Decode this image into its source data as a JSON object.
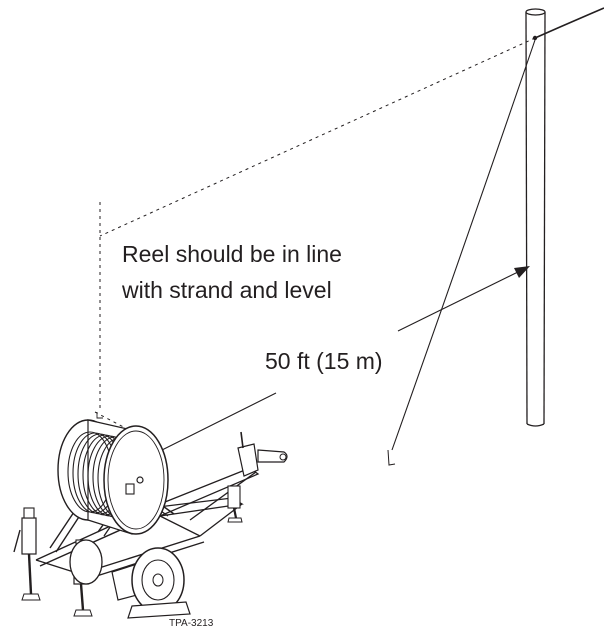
{
  "labels": {
    "reel_note_line1": "Reel should be in line",
    "reel_note_line2": "with strand and level",
    "distance": "50 ft (15 m)",
    "figure_id": "TPA-3213"
  },
  "colors": {
    "ink": "#231f20",
    "background": "#ffffff"
  }
}
